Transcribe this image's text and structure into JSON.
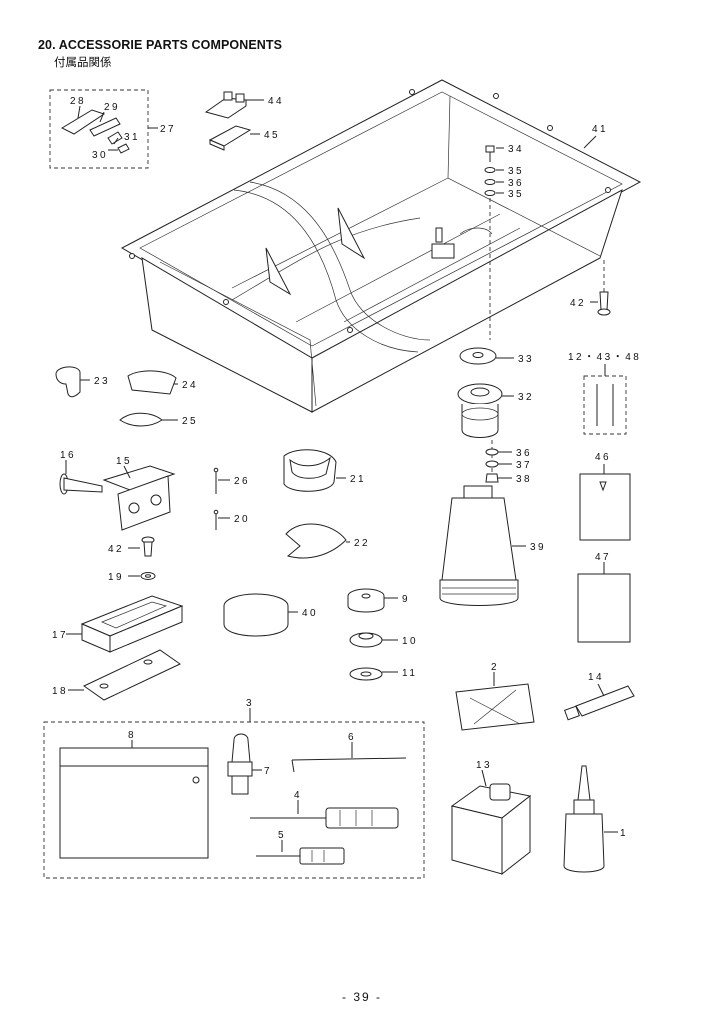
{
  "header": {
    "title": "20. ACCESSORIE PARTS COMPONENTS",
    "subtitle": "付属品関係"
  },
  "parts": {
    "p1": "1",
    "p2": "2",
    "p3": "3",
    "p4": "4",
    "p5": "5",
    "p6": "6",
    "p7": "7",
    "p8": "8",
    "p9": "9",
    "p10": "10",
    "p11": "11",
    "p12_43_48": "12・43・48",
    "p13": "13",
    "p14": "14",
    "p15": "15",
    "p16": "16",
    "p17": "17",
    "p18": "18",
    "p19": "19",
    "p20": "20",
    "p21": "21",
    "p22": "22",
    "p23": "23",
    "p24": "24",
    "p25": "25",
    "p26": "26",
    "p27": "27",
    "p28": "28",
    "p29": "29",
    "p30": "30",
    "p31": "31",
    "p32": "32",
    "p33": "33",
    "p34": "34",
    "p35a": "35",
    "p35b": "35",
    "p36a": "36",
    "p36b": "36",
    "p37": "37",
    "p38": "38",
    "p39": "39",
    "p40": "40",
    "p41": "41",
    "p42a": "42",
    "p42b": "42",
    "p44": "44",
    "p45": "45",
    "p46": "46",
    "p47": "47"
  },
  "footer": {
    "page_number": "- 39 -"
  }
}
